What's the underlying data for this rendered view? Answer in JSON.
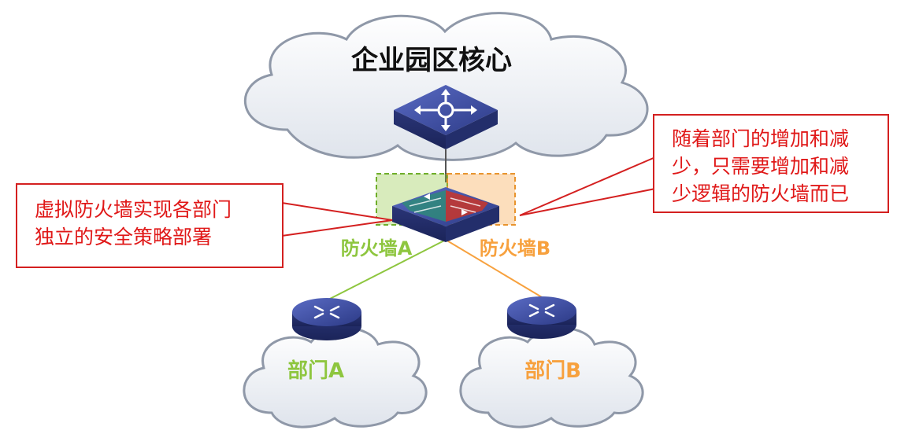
{
  "core_cloud": {
    "label": "企业园区核心"
  },
  "firewalls": {
    "a": {
      "label": "防火墙A",
      "color": "#8ec63f"
    },
    "b": {
      "label": "防火墙B",
      "color": "#f7a13e"
    }
  },
  "departments": {
    "a": {
      "label": "部门A",
      "color": "#8ec63f"
    },
    "b": {
      "label": "部门B",
      "color": "#f7a13e"
    }
  },
  "callouts": {
    "left": {
      "lines": [
        "虚拟防火墙实现各部门",
        "独立的安全策略部署"
      ]
    },
    "right": {
      "lines": [
        "随着部门的增加和减",
        "少，只需要增加和减",
        "少逻辑的防火墙而已"
      ]
    }
  },
  "colors": {
    "callout_border": "#d42020",
    "callout_text": "#e01818",
    "device_blue": "#3b4a9c",
    "cloud_fill": "#eef1f6",
    "cloud_stroke": "#8f98a8"
  },
  "icons": [
    "core-switch-icon",
    "virtual-firewall-icon",
    "router-icon"
  ]
}
